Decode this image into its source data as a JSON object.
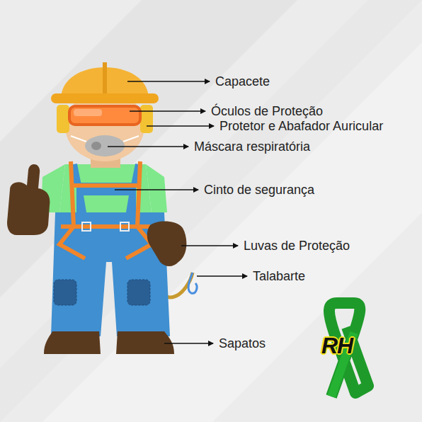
{
  "diagram": {
    "labels": [
      "Capacete",
      "Óculos de Proteção",
      "Protetor e Abafador Auricular",
      "Máscara respiratória",
      "Cinto de segurança",
      "Luvas de Proteção",
      "Talabarte",
      "Sapatos",
      "RH"
    ]
  }
}
